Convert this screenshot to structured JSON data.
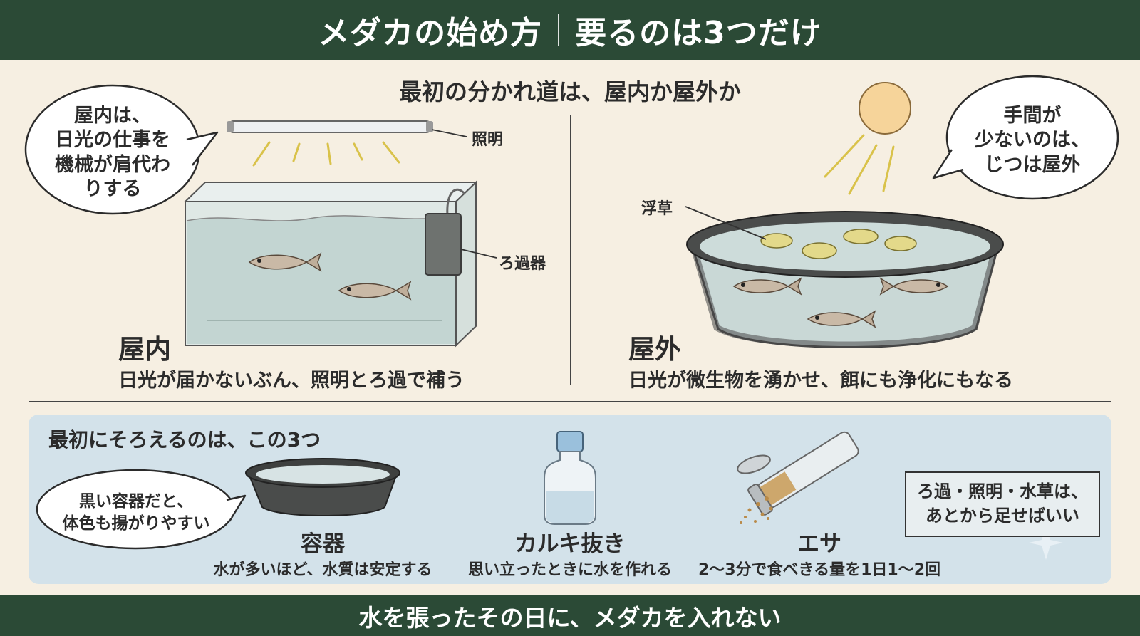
{
  "header": {
    "title_left": "メダカの始め方",
    "title_right": "要るのは3つだけ"
  },
  "question": "最初の分かれ道は、屋内か屋外か",
  "indoor": {
    "bubble": [
      "屋内は、",
      "日光の仕事を",
      "機械が肩代わ",
      "りする"
    ],
    "light_label": "照明",
    "filter_label": "ろ過器",
    "title": "屋内",
    "description": "日光が届かないぶん、照明とろ過で補う"
  },
  "outdoor": {
    "bubble": [
      "手間が",
      "少ないのは、",
      "じつは屋外"
    ],
    "plant_label": "浮草",
    "title": "屋外",
    "description": "日光が微生物を湧かせ、餌にも浄化にもなる"
  },
  "essentials": {
    "title": "最初にそろえるのは、この3つ",
    "bubble": [
      "黒い容器だと、",
      "体色も揚がりやすい"
    ],
    "items": [
      {
        "name": "容器",
        "description": "水が多いほど、水質は安定する"
      },
      {
        "name": "カルキ抜き",
        "description": "思い立ったときに水を作れる"
      },
      {
        "name": "エサ",
        "description": "2〜3分で食べきる量を1日1〜2回"
      }
    ],
    "note": [
      "ろ過・照明・水草は、",
      "あとから足せばいい"
    ]
  },
  "footer": "水を張ったその日に、メダカを入れない",
  "colors": {
    "band": "#2b4a36",
    "background": "#f6efe2",
    "panel": "#d3e2ea"
  }
}
